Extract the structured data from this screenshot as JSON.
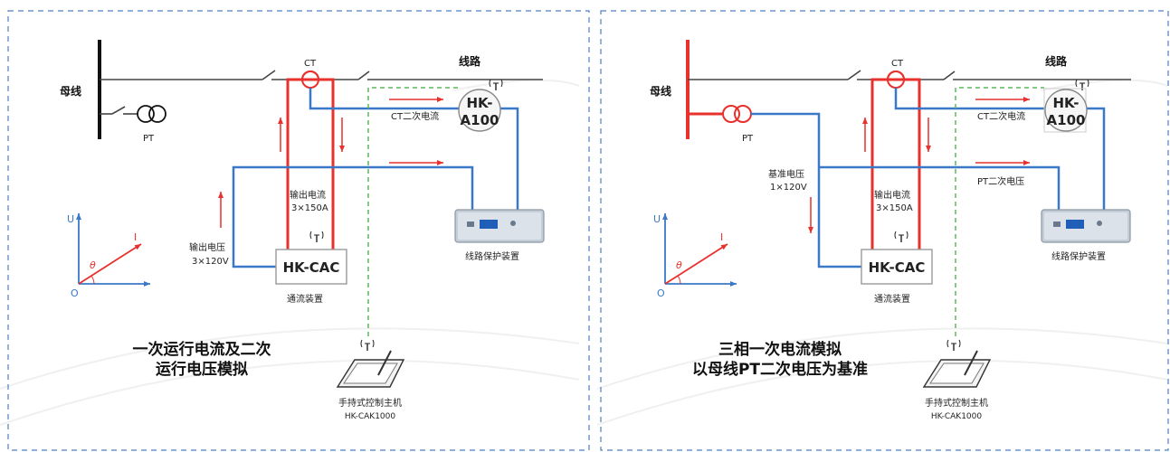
{
  "panels": [
    {
      "bus_label": "母线",
      "pt_label": "PT",
      "ct_label": "CT",
      "line_label": "线路",
      "relay_label_1": "HK-",
      "relay_label_2": "A100",
      "ct_secondary_label": "CT二次电流",
      "output_current_label": "输出电流",
      "output_current_value": "3×150A",
      "output_voltage_label": "输出电压",
      "output_voltage_value": "3×120V",
      "hkcac_label": "HK-CAC",
      "hkcac_sub": "通流装置",
      "protection_label": "线路保护装置",
      "handheld_label": "手持式控制主机",
      "handheld_model": "HK-CAK1000",
      "axis_u": "U",
      "axis_i": "I",
      "axis_o": "O",
      "theta": "θ",
      "caption_1": "一次运行电流及二次",
      "caption_2": "运行电压模拟"
    },
    {
      "bus_label": "母线",
      "pt_label": "PT",
      "ct_label": "CT",
      "line_label": "线路",
      "relay_label_1": "HK-",
      "relay_label_2": "A100",
      "ct_secondary_label": "CT二次电流",
      "ref_voltage_label": "基准电压",
      "ref_voltage_value": "1×120V",
      "output_current_label": "输出电流",
      "output_current_value": "3×150A",
      "pt_secondary_label": "PT二次电压",
      "hkcac_label": "HK-CAC",
      "hkcac_sub": "通流装置",
      "protection_label": "线路保护装置",
      "handheld_label": "手持式控制主机",
      "handheld_model": "HK-CAK1000",
      "axis_u": "U",
      "axis_i": "I",
      "axis_o": "O",
      "theta": "θ",
      "caption_1": "三相一次电流模拟",
      "caption_2": "以母线PT二次电压为基准"
    }
  ],
  "colors": {
    "red": "#e8302c",
    "blue": "#3a78c8",
    "green_dash": "#5cb85c",
    "border_dash": "#4f7fc0"
  }
}
